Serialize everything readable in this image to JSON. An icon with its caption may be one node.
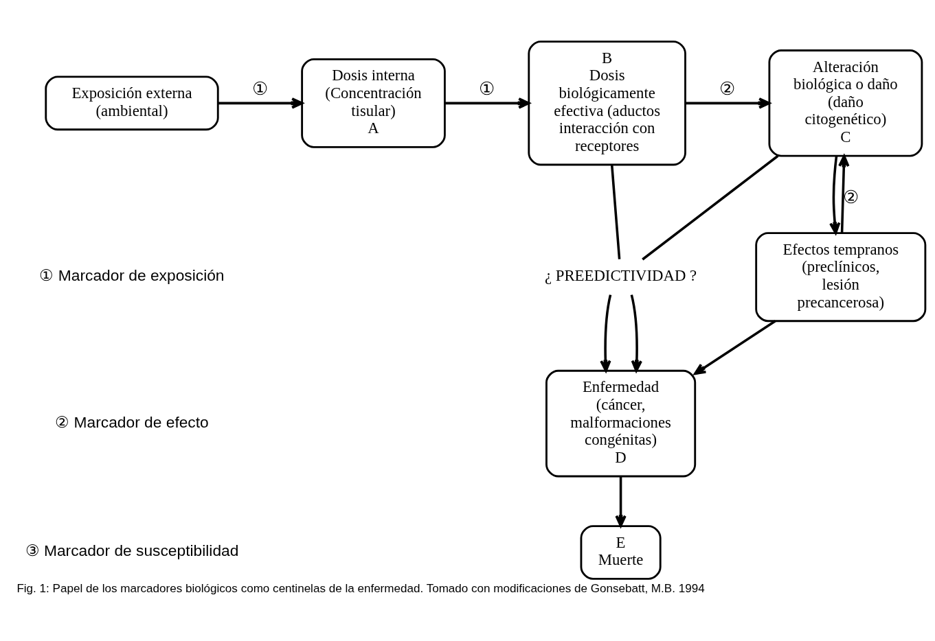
{
  "diagram": {
    "caption": "Fig. 1: Papel de los marcadores biológicos como centinelas de la enfermedad. Tomado con modificaciones de Gonsebatt, M.B. 1994",
    "nodes": [
      {
        "text": [
          "Exposición externa (ambiental)"
        ]
      },
      {
        "text": [
          "Dosis interna (Concentración tisular)",
          "A"
        ]
      },
      {
        "text": [
          "B",
          "Dosis biológicamente efectiva (aductos interacción con receptores"
        ]
      },
      {
        "text": [
          "Alteración biológica o daño (daño citogenético)",
          "C"
        ]
      },
      {
        "text": [
          "¿ PREEDICTIVIDAD ?"
        ]
      },
      {
        "text": [
          "Efectos tempranos (preclínicos, lesión precancerosa)"
        ]
      },
      {
        "text": [
          "Enfermedad (cáncer, malformaciones congénitas)",
          "D"
        ]
      },
      {
        "text": [
          "E",
          "Muerte"
        ]
      }
    ],
    "edges": [
      {
        "from": 0,
        "to": 1,
        "arrow": "to",
        "label": "①"
      },
      {
        "from": 1,
        "to": 2,
        "arrow": "to",
        "label": "①"
      },
      {
        "from": 2,
        "to": 3,
        "arrow": "to",
        "label": "②"
      },
      {
        "from": 2,
        "to": 4,
        "arrow": "none"
      },
      {
        "from": 3,
        "to": 4,
        "arrow": "none"
      },
      {
        "from": 3,
        "to": 5,
        "arrow": "to"
      },
      {
        "from": 5,
        "to": 3,
        "arrow": "to",
        "label": "②"
      },
      {
        "from": 4,
        "to": 6,
        "arrow": "to"
      },
      {
        "from": 4,
        "to": 6,
        "arrow": "to"
      },
      {
        "from": 5,
        "to": 6,
        "arrow": "to"
      },
      {
        "from": 6,
        "to": 7,
        "arrow": "to"
      }
    ],
    "labels": [
      "① Marcador de exposición",
      "② Marcador de efecto",
      "③ Marcador de susceptibilidad"
    ]
  }
}
